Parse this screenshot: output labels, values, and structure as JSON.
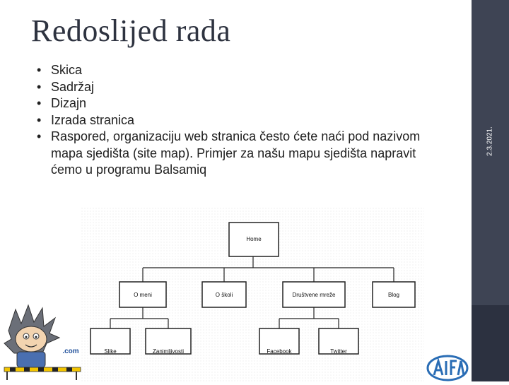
{
  "slide": {
    "title": "Redoslijed rada",
    "bullets": [
      "Skica",
      "Sadržaj",
      "Dizajn",
      "Izrada stranica",
      "Raspored, organizaciju web stranica često ćete naći pod nazivom mapa sjedišta (site map). Primjer za našu mapu sjedišta napravit ćemo u programu Balsamiq"
    ],
    "date": "2.3.2021."
  },
  "sitemap": {
    "root": "Home",
    "level1": [
      "O meni",
      "O školi",
      "Društvene mreže",
      "Blog"
    ],
    "level2_omeni": [
      "Slike",
      "Zanimljivosti"
    ],
    "level2_drustvene": [
      "Facebook",
      "Twitter"
    ]
  },
  "mascot": {
    "label": ".com"
  },
  "colors": {
    "sidebar": "#3e4454",
    "sidebar_lower": "#2c3140",
    "logo": "#2a6db5"
  }
}
